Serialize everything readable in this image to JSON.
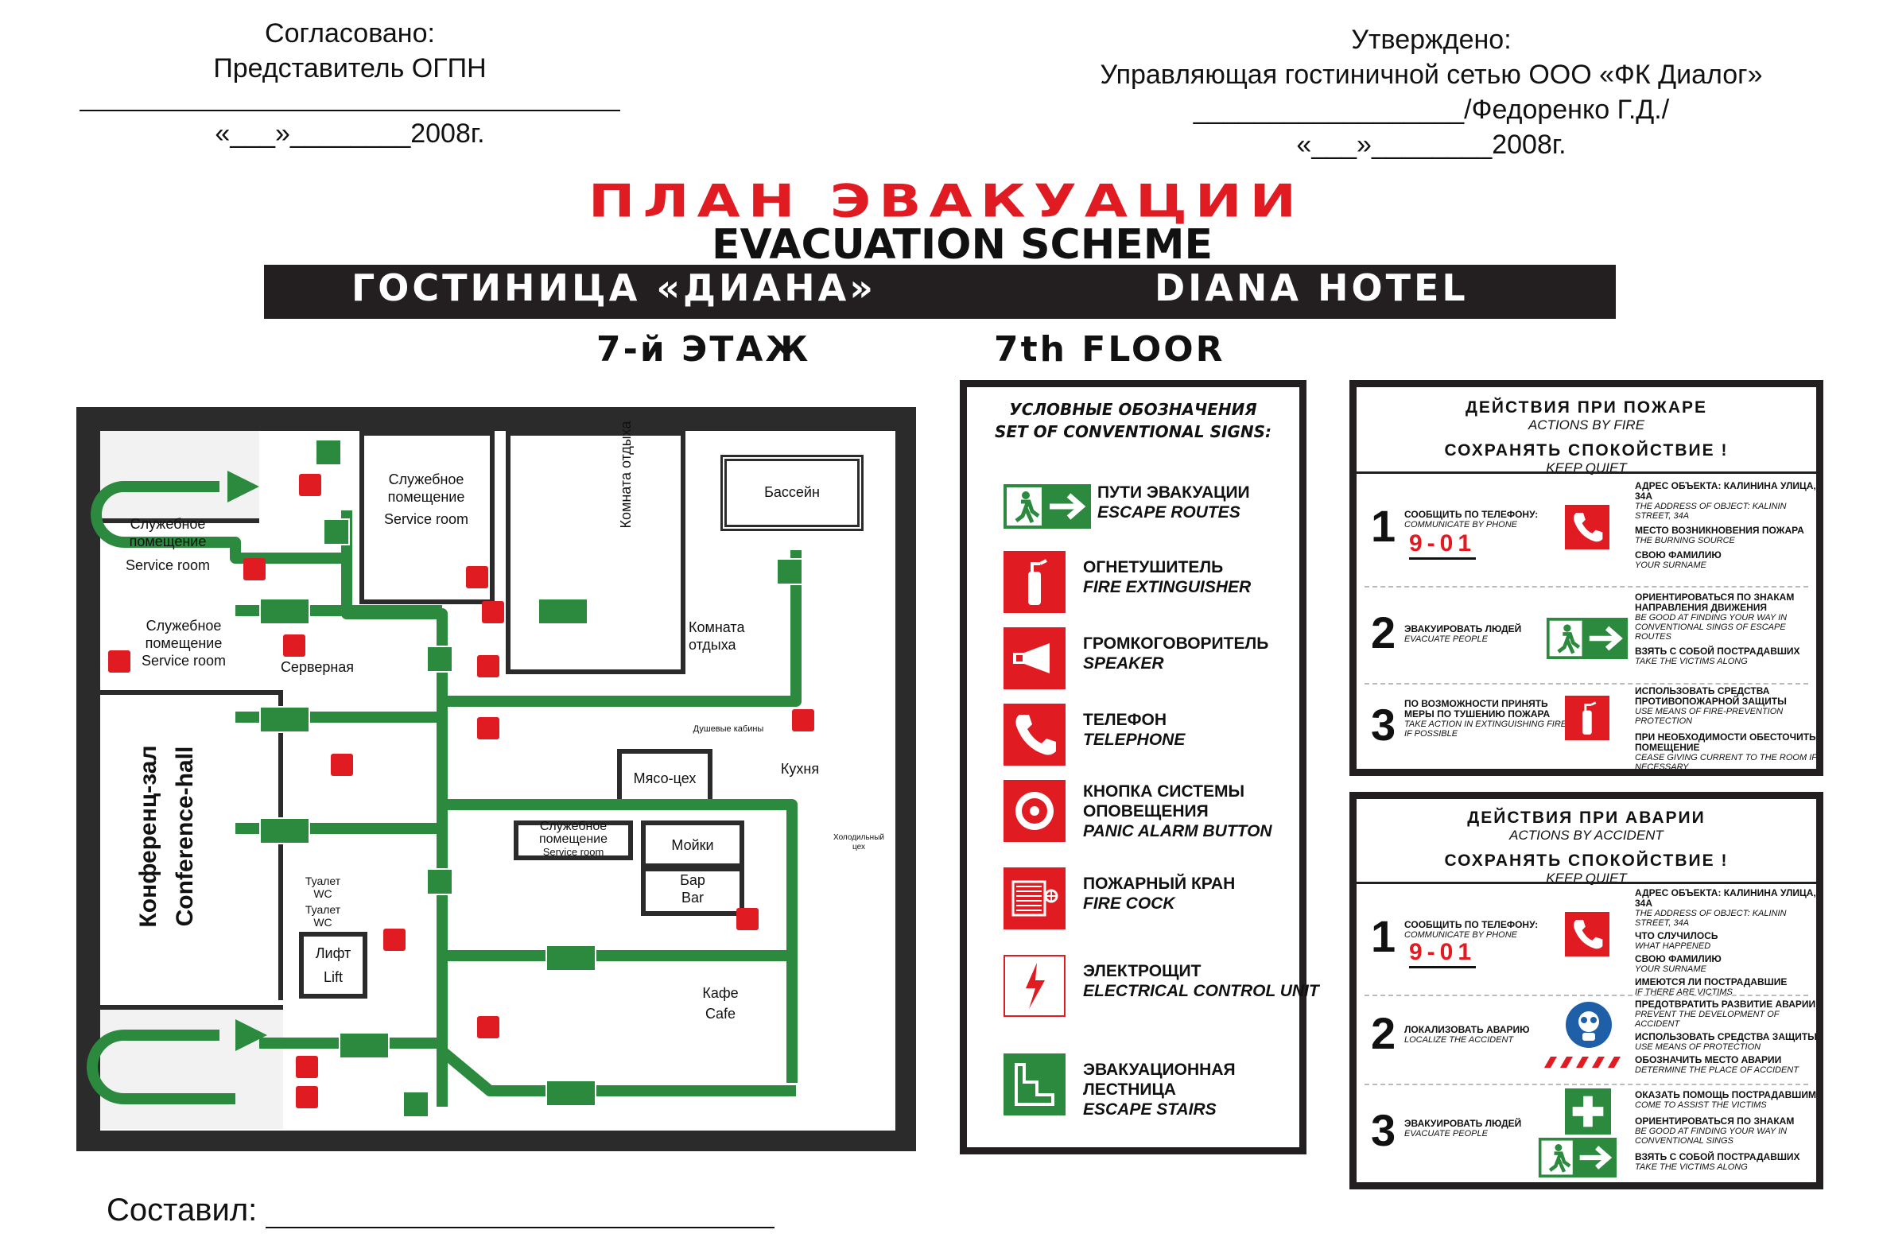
{
  "approved_left": {
    "line1": "Согласовано:",
    "line2": "Представитель ОГПН",
    "date": "«___»________2008г."
  },
  "approved_right": {
    "line1": "Утверждено:",
    "line2": "Управляющая гостиничной сетью ООО «ФК Диалог»",
    "line3": "__________________/Федоренко Г.Д./",
    "date": "«___»________2008г."
  },
  "title_ru": "ПЛАН ЭВАКУАЦИИ",
  "title_en": "EVACUATION SCHEME",
  "hotel_ru": "ГОСТИНИЦА «ДИАНА»",
  "hotel_en": "DIANA HOTEL",
  "floor_ru": "7-й ЭТАЖ",
  "floor_en": "7th FLOOR",
  "compiled_by": "Составил:",
  "colors": {
    "red": "#e11b22",
    "green": "#2c8a3e",
    "dark": "#231f20"
  },
  "legend": {
    "title_ru": "УСЛОВНЫЕ ОБОЗНАЧЕНИЯ",
    "title_en": "SET OF CONVENTIONAL SIGNS:",
    "items": [
      {
        "ru": "ПУТИ ЭВАКУАЦИИ",
        "en": "ESCAPE ROUTES",
        "icon": "escape-route-icon"
      },
      {
        "ru": "ОГНЕТУШИТЕЛЬ",
        "en": "FIRE EXTINGUISHER",
        "icon": "extinguisher-icon"
      },
      {
        "ru": "ГРОМКОГОВОРИТЕЛЬ",
        "en": "SPEAKER",
        "icon": "speaker-icon"
      },
      {
        "ru": "ТЕЛЕФОН",
        "en": "TELEPHONE",
        "icon": "telephone-icon"
      },
      {
        "ru": "КНОПКА СИСТЕМЫ ОПОВЕЩЕНИЯ",
        "en": "PANIC ALARM BUTTON",
        "icon": "alarm-button-icon"
      },
      {
        "ru": "ПОЖАРНЫЙ КРАН",
        "en": "FIRE COCK",
        "icon": "fire-cock-icon"
      },
      {
        "ru": "ЭЛЕКТРОЩИТ",
        "en": "ELECTRICAL CONTROL UNIT",
        "icon": "electrical-unit-icon"
      },
      {
        "ru": "ЭВАКУАЦИОННАЯ ЛЕСТНИЦА",
        "en": "ESCAPE STAIRS",
        "icon": "escape-stairs-icon"
      }
    ]
  },
  "fire": {
    "head_ru": "ДЕЙСТВИЯ ПРИ ПОЖАРЕ",
    "head_en": "ACTIONS BY FIRE",
    "calm_ru": "СОХРАНЯТЬ СПОКОЙСТВИЕ !",
    "calm_en": "KEEP QUIET",
    "phone": "9-01",
    "steps": [
      {
        "num": "1",
        "ru": "СООБЩИТЬ ПО ТЕЛЕФОНУ:",
        "en": "COMMUNICATE BY PHONE",
        "notes": [
          {
            "ru": "АДРЕС ОБЪЕКТА: КАЛИНИНА УЛИЦА, 34А",
            "en": "THE ADDRESS OF OBJECT: KALININ STREET, 34A"
          },
          {
            "ru": "МЕСТО ВОЗНИКНОВЕНИЯ ПОЖАРА",
            "en": "THE BURNING SOURCE"
          },
          {
            "ru": "СВОЮ ФАМИЛИЮ",
            "en": "YOUR SURNAME"
          }
        ]
      },
      {
        "num": "2",
        "ru": "ЭВАКУИРОВАТЬ ЛЮДЕЙ",
        "en": "EVACUATE PEOPLE",
        "notes": [
          {
            "ru": "ОРИЕНТИРОВАТЬСЯ ПО ЗНАКАМ НАПРАВЛЕНИЯ ДВИЖЕНИЯ",
            "en": "BE GOOD AT FINDING YOUR WAY IN CONVENTIONAL SINGS OF ESCAPE ROUTES"
          },
          {
            "ru": "ВЗЯТЬ С СОБОЙ ПОСТРАДАВШИХ",
            "en": "TAKE THE VICTIMS ALONG"
          }
        ]
      },
      {
        "num": "3",
        "ru": "ПО ВОЗМОЖНОСТИ ПРИНЯТЬ МЕРЫ ПО ТУШЕНИЮ ПОЖАРА",
        "en": "TAKE ACTION IN EXTINGUISHING FIRE IF POSSIBLE",
        "notes": [
          {
            "ru": "ИСПОЛЬЗОВАТЬ СРЕДСТВА ПРОТИВОПОЖАРНОЙ ЗАЩИТЫ",
            "en": "USE MEANS OF FIRE-PREVENTION PROTECTION"
          },
          {
            "ru": "ПРИ НЕОБХОДИМОСТИ ОБЕСТОЧИТЬ ПОМЕЩЕНИЕ",
            "en": "CEASE GIVING CURRENT TO THE ROOM IF NECESSARY"
          }
        ]
      }
    ]
  },
  "accident": {
    "head_ru": "ДЕЙСТВИЯ ПРИ АВАРИИ",
    "head_en": "ACTIONS BY ACCIDENT",
    "calm_ru": "СОХРАНЯТЬ СПОКОЙСТВИЕ !",
    "calm_en": "KEEP QUIET",
    "phone": "9-01",
    "steps": [
      {
        "num": "1",
        "ru": "СООБЩИТЬ ПО ТЕЛЕФОНУ:",
        "en": "COMMUNICATE BY PHONE",
        "notes": [
          {
            "ru": "АДРЕС ОБЪЕКТА: КАЛИНИНА УЛИЦА, 34А",
            "en": "THE ADDRESS OF OBJECT: KALININ STREET, 34A"
          },
          {
            "ru": "ЧТО СЛУЧИЛОСЬ",
            "en": "WHAT HAPPENED"
          },
          {
            "ru": "СВОЮ ФАМИЛИЮ",
            "en": "YOUR SURNAME"
          },
          {
            "ru": "ИМЕЮТСЯ ЛИ ПОСТРАДАВШИЕ",
            "en": "IF THERE ARE VICTIMS"
          }
        ]
      },
      {
        "num": "2",
        "ru": "ЛОКАЛИЗОВАТЬ АВАРИЮ",
        "en": "LOCALIZE THE ACCIDENT",
        "notes": [
          {
            "ru": "ПРЕДОТВРАТИТЬ РАЗВИТИЕ АВАРИИ",
            "en": "PREVENT THE DEVELOPMENT OF ACCIDENT"
          },
          {
            "ru": "ИСПОЛЬЗОВАТЬ СРЕДСТВА ЗАЩИТЫ",
            "en": "USE MEANS OF PROTECTION"
          },
          {
            "ru": "ОБОЗНАЧИТЬ МЕСТО АВАРИИ",
            "en": "DETERMINE THE PLACE OF ACCIDENT"
          }
        ]
      },
      {
        "num": "3",
        "ru": "ЭВАКУИРОВАТЬ ЛЮДЕЙ",
        "en": "EVACUATE PEOPLE",
        "notes": [
          {
            "ru": "ОКАЗАТЬ ПОМОЩЬ ПОСТРАДАВШИМ",
            "en": "COME TO ASSIST THE VICTIMS"
          },
          {
            "ru": "ОРИЕНТИРОВАТЬСЯ ПО ЗНАКАМ",
            "en": "BE GOOD AT FINDING YOUR WAY IN CONVENTIONAL SINGS"
          },
          {
            "ru": "ВЗЯТЬ С СОБОЙ ПОСТРАДАВШИХ",
            "en": "TAKE THE VICTIMS ALONG"
          }
        ]
      }
    ]
  },
  "plan": {
    "service_room_ru": "Служебное помещение",
    "service_room_en": "Service room",
    "server": "Серверная",
    "lounge": "Комната отдыха",
    "pool": "Бассейн",
    "showers": "Душевые кабины",
    "conf_ru": "Конференц-зал",
    "conf_en": "Conference-hall",
    "toilet": "Туалет WC",
    "meat": "Мясо-цех",
    "kitchen": "Кухня",
    "washing": "Мойки",
    "bar_ru": "Бар",
    "bar_en": "Bar",
    "cold": "Холодильный цех",
    "lift_ru": "Лифт",
    "lift_en": "Lift",
    "cafe_ru": "Кафе",
    "cafe_en": "Cafe"
  }
}
